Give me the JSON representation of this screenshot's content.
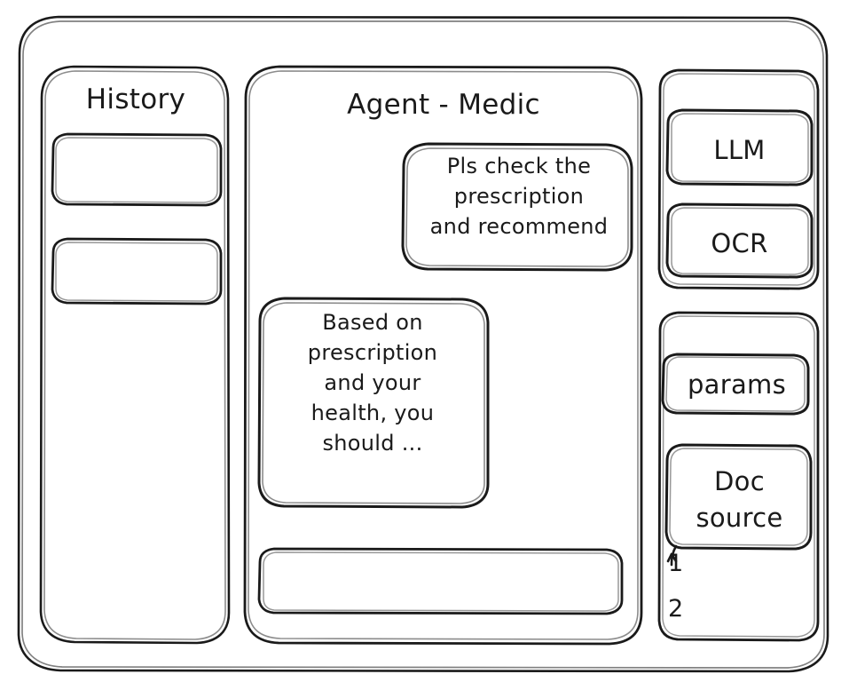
{
  "window": {
    "style": "hand-drawn-wireframe",
    "stroke_color": "#1a1a1a",
    "background_color": "#ffffff"
  },
  "sidebar_left": {
    "title": "History",
    "items": [
      {
        "label": ""
      },
      {
        "label": ""
      }
    ]
  },
  "main": {
    "title": "Agent - Medic",
    "messages": [
      {
        "role": "user",
        "align": "right",
        "text": "Pls check the\nprescription\nand recommend"
      },
      {
        "role": "assistant",
        "align": "left",
        "text": "Based on\nprescription\nand your\nhealth, you\nshould ..."
      }
    ],
    "composer": {
      "value": "",
      "placeholder": ""
    }
  },
  "sidebar_right": {
    "tools": [
      {
        "label": "LLM"
      },
      {
        "label": "OCR"
      }
    ],
    "params": {
      "label": "params"
    },
    "doc_source": {
      "label": "Doc\nsource",
      "items": [
        {
          "label": "1"
        },
        {
          "label": "2"
        }
      ]
    }
  }
}
